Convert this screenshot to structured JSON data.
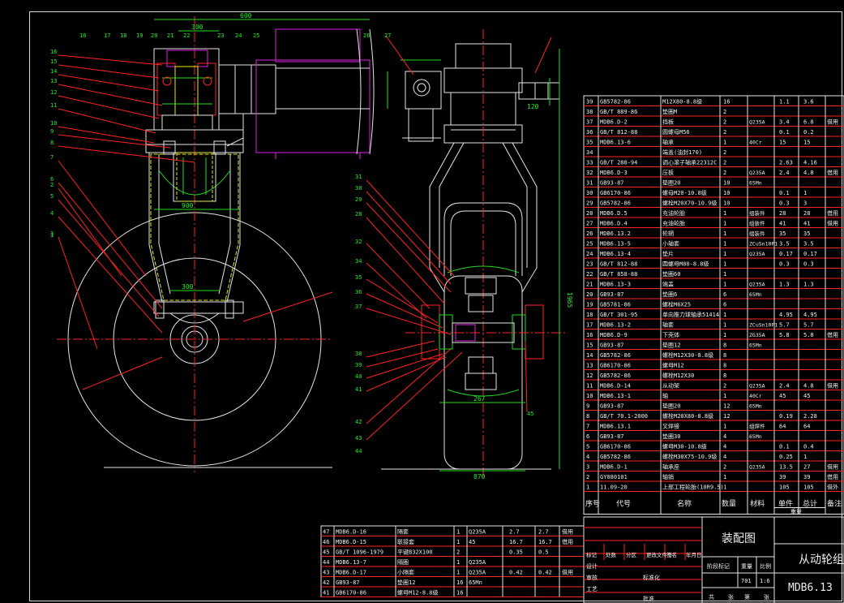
{
  "title_block": {
    "drawing_type": "装配图",
    "drawing_name": "从动轮组",
    "drawing_number": "MDB6.13",
    "weight": "701",
    "scale": "1:6",
    "header_labels": [
      "阶段标记",
      "重量",
      "比例"
    ],
    "footer_labels": [
      "共",
      "张",
      "第",
      "张"
    ],
    "rev_labels": [
      "标记",
      "处数",
      "分区",
      "更改文件号",
      "签名",
      "年月日"
    ],
    "role_labels": [
      "设计",
      "审核",
      "工艺",
      "标准化",
      "批准"
    ]
  },
  "bom_header": [
    "序号",
    "代号",
    "名称",
    "数量",
    "材料",
    "单件",
    "总计",
    "备注"
  ],
  "bom_header_sub": "重量",
  "bom_rows": [
    [
      "39",
      "GB5782-86",
      "M12X80-8.8级",
      "16",
      "",
      "1.1",
      "3.6",
      ""
    ],
    [
      "38",
      "GB/T 889-86",
      "垫圈M",
      "2",
      "",
      "",
      "",
      ""
    ],
    [
      "37",
      "MDB6.D-2",
      "挡板",
      "2",
      "Q235A",
      "3.4",
      "6.8",
      "借用"
    ],
    [
      "36",
      "GB/T 812-88",
      "圆螺母M56",
      "2",
      "",
      "0.1",
      "0.2",
      ""
    ],
    [
      "35",
      "MDB6.13-6",
      "轴承",
      "1",
      "40Cr",
      "15",
      "15",
      ""
    ],
    [
      "34",
      "",
      "端盖(油封170)",
      "2",
      "",
      "",
      "",
      ""
    ],
    [
      "33",
      "GB/T 288-94",
      "调心滚子轴承22312C",
      "2",
      "",
      "2.63",
      "4.16",
      ""
    ],
    [
      "32",
      "MDB6.D-3",
      "压板",
      "2",
      "Q235A",
      "2.4",
      "4.8",
      "借用"
    ],
    [
      "31",
      "GB93-87",
      "垫圈20",
      "10",
      "65Mn",
      "",
      "",
      ""
    ],
    [
      "30",
      "GB6170-86",
      "螺母M20-10.8级",
      "10",
      "",
      "0.1",
      "1",
      ""
    ],
    [
      "29",
      "GB5782-86",
      "螺栓M20X70-10.9级",
      "10",
      "",
      "0.3",
      "3",
      ""
    ],
    [
      "28",
      "MDB6.D.5",
      "充油轮胎",
      "1",
      "组装件",
      "28",
      "28",
      "借用"
    ],
    [
      "27",
      "MDB6.D.4",
      "充油轮胎",
      "1",
      "组装件",
      "41",
      "41",
      "借用"
    ],
    [
      "26",
      "MDB6.13.2",
      "轮辋",
      "1",
      "组装件",
      "35",
      "35",
      ""
    ],
    [
      "25",
      "MDB6.13-5",
      "小轴套",
      "1",
      "ZCuSn10P1",
      "3.5",
      "3.5",
      ""
    ],
    [
      "24",
      "MDB6.13-4",
      "垫片",
      "1",
      "Q235A",
      "0.17",
      "0.17",
      ""
    ],
    [
      "23",
      "GB/T 812-88",
      "圆螺母M80-8.8级",
      "1",
      "",
      "0.3",
      "0.3",
      ""
    ],
    [
      "22",
      "GB/T 858-88",
      "垫圈60",
      "1",
      "",
      "",
      "",
      ""
    ],
    [
      "21",
      "MDB6.13-3",
      "端盖",
      "1",
      "Q235A",
      "1.3",
      "1.3",
      ""
    ],
    [
      "20",
      "GB93-87",
      "垫圈6",
      "6",
      "65Mn",
      "",
      "",
      ""
    ],
    [
      "19",
      "GB5781-86",
      "螺栓M6X25",
      "6",
      "",
      "",
      "",
      ""
    ],
    [
      "18",
      "GB/T 301-95",
      "单向推力球轴承51414",
      "1",
      "",
      "4.95",
      "4.95",
      ""
    ],
    [
      "17",
      "MDB6.13-2",
      "轴套",
      "1",
      "ZCuSn10P1",
      "5.7",
      "5.7",
      ""
    ],
    [
      "16",
      "MDB6.D-9",
      "下壳体",
      "1",
      "ZG35A",
      "5.8",
      "5.8",
      "借用"
    ],
    [
      "15",
      "GB93-87",
      "垫圈12",
      "8",
      "65Mn",
      "",
      "",
      ""
    ],
    [
      "14",
      "GB5782-86",
      "螺栓M12X30-8.8级",
      "8",
      "",
      "",
      "",
      ""
    ],
    [
      "13",
      "GB6170-86",
      "螺母M12",
      "8",
      "",
      "",
      "",
      ""
    ],
    [
      "12",
      "GB5782-86",
      "螺栓M12X30",
      "8",
      "",
      "",
      "",
      ""
    ],
    [
      "11",
      "MDB6.D-14",
      "从动架",
      "2",
      "Q235A",
      "2.4",
      "4.8",
      "借用"
    ],
    [
      "10",
      "MDB6.13-1",
      "轴",
      "1",
      "40Cr",
      "45",
      "45",
      ""
    ],
    [
      "9",
      "GB93-87",
      "垫圈20",
      "12",
      "65Mn",
      "",
      "",
      ""
    ],
    [
      "8",
      "GB/T 70.1-2000",
      "螺栓M20X80-8.8级",
      "12",
      "",
      "0.19",
      "2.28",
      ""
    ],
    [
      "7",
      "MDB6.13.1",
      "叉焊接",
      "1",
      "组焊件",
      "64",
      "64",
      ""
    ],
    [
      "6",
      "GB93-87",
      "垫圈30",
      "4",
      "65Mn",
      "",
      "",
      ""
    ],
    [
      "5",
      "GB6170-86",
      "螺母M30-10.8级",
      "4",
      "",
      "0.1",
      "0.4",
      ""
    ],
    [
      "4",
      "GB5782-86",
      "螺栓M30X75-10.9级",
      "4",
      "",
      "0.25",
      "1",
      ""
    ],
    [
      "3",
      "MDB6.D-1",
      "轴承座",
      "2",
      "Q235A",
      "13.5",
      "27",
      "借用"
    ],
    [
      "2",
      "GY080101",
      "轴销",
      "1",
      "",
      "39",
      "39",
      "借用"
    ],
    [
      "1",
      "11.09-20",
      "上部工程轮胎(10R9.5)",
      "1",
      "",
      "105",
      "105",
      "借外"
    ]
  ],
  "bom2_rows": [
    [
      "47",
      "MDB6.D-16",
      "隔套",
      "1",
      "Q235A",
      "2.7",
      "2.7",
      "借用"
    ],
    [
      "46",
      "MDB6.D-15",
      "联接套",
      "1",
      "45",
      "16.7",
      "16.7",
      "借用"
    ],
    [
      "45",
      "GB/T 1096-1979",
      "平键B32X100",
      "2",
      "",
      "0.35",
      "0.5",
      ""
    ],
    [
      "44",
      "MDB6.13-7",
      "隔圈",
      "1",
      "Q235A",
      "",
      "",
      ""
    ],
    [
      "43",
      "MDB6.D-17",
      "小隔套",
      "1",
      "Q235A",
      "0.42",
      "0.42",
      "借用"
    ],
    [
      "42",
      "GB93-87",
      "垫圈12",
      "16",
      "65Mn",
      "",
      "",
      ""
    ],
    [
      "41",
      "GB6170-86",
      "螺母M12-8.8级",
      "16",
      "",
      "",
      "",
      ""
    ]
  ],
  "left_callouts": [
    "16",
    "15",
    "14",
    "13",
    "12",
    "11",
    "10",
    "9",
    "8",
    "7",
    "6",
    "5",
    "4",
    "3",
    "2",
    "1"
  ],
  "top_callouts": [
    "16",
    "17",
    "18",
    "19",
    "20",
    "21",
    "22",
    "23",
    "24",
    "25",
    "26",
    "27"
  ],
  "mid_callouts_left": [
    "31",
    "30",
    "29",
    "28",
    "32",
    "34",
    "35",
    "36",
    "37",
    "38",
    "39",
    "40",
    "41",
    "42",
    "43",
    "44",
    "45"
  ],
  "dimensions": {
    "d_top": "600",
    "d_hub": "300",
    "d_small": "120",
    "d_wide": "900",
    "d_mid": "300",
    "d_bottom": "870",
    "d_tire": "267",
    "d_height": "1965"
  }
}
